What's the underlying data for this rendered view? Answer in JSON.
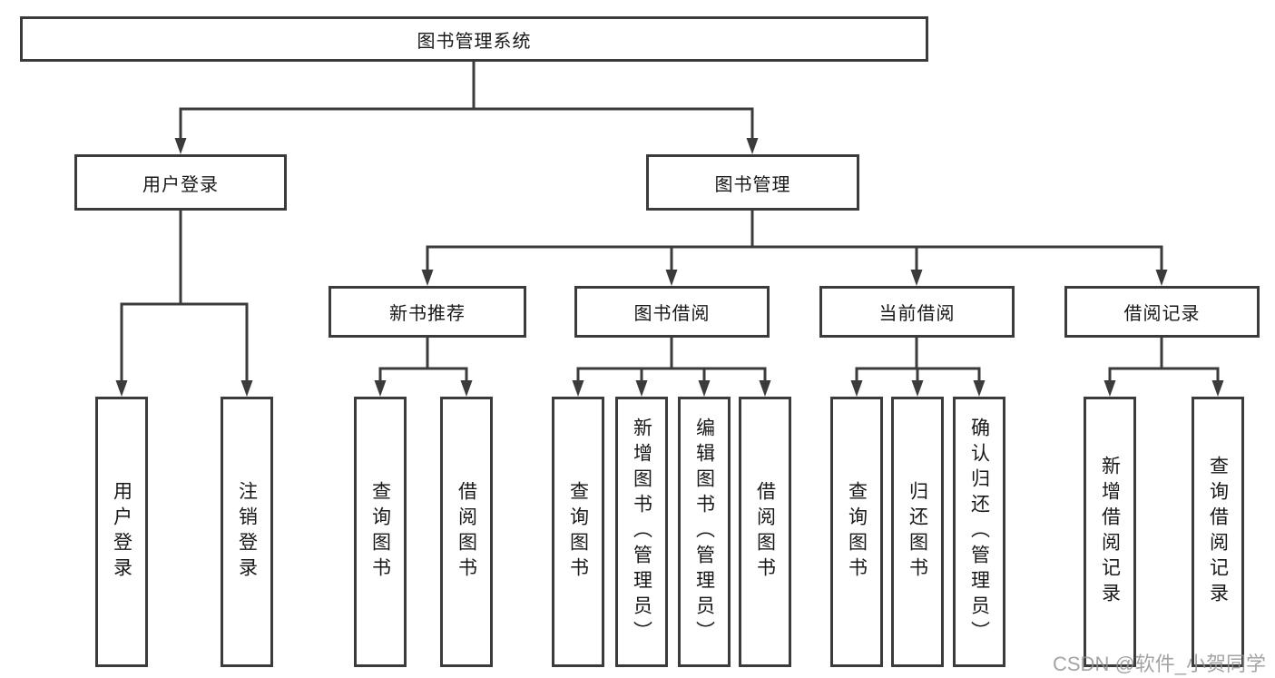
{
  "tree": {
    "root": {
      "label": "图书管理系统"
    },
    "branches": [
      {
        "label": "用户登录",
        "children": [
          {
            "label": "用户登录"
          },
          {
            "label": "注销登录"
          }
        ]
      },
      {
        "label": "图书管理",
        "children": [
          {
            "label": "新书推荐",
            "children": [
              {
                "label": "查询图书"
              },
              {
                "label": "借阅图书"
              }
            ]
          },
          {
            "label": "图书借阅",
            "children": [
              {
                "label": "查询图书"
              },
              {
                "label": "新增图书（管理员）"
              },
              {
                "label": "编辑图书（管理员）"
              },
              {
                "label": "借阅图书"
              }
            ]
          },
          {
            "label": "当前借阅",
            "children": [
              {
                "label": "查询图书"
              },
              {
                "label": "归还图书"
              },
              {
                "label": "确认归还（管理员）"
              }
            ]
          },
          {
            "label": "借阅记录",
            "children": [
              {
                "label": "新增借阅记录"
              },
              {
                "label": "查询借阅记录"
              }
            ]
          }
        ]
      }
    ]
  },
  "line_color": "#3b3b3b",
  "watermark": {
    "text": "CSDN @软件_小贺同学"
  }
}
